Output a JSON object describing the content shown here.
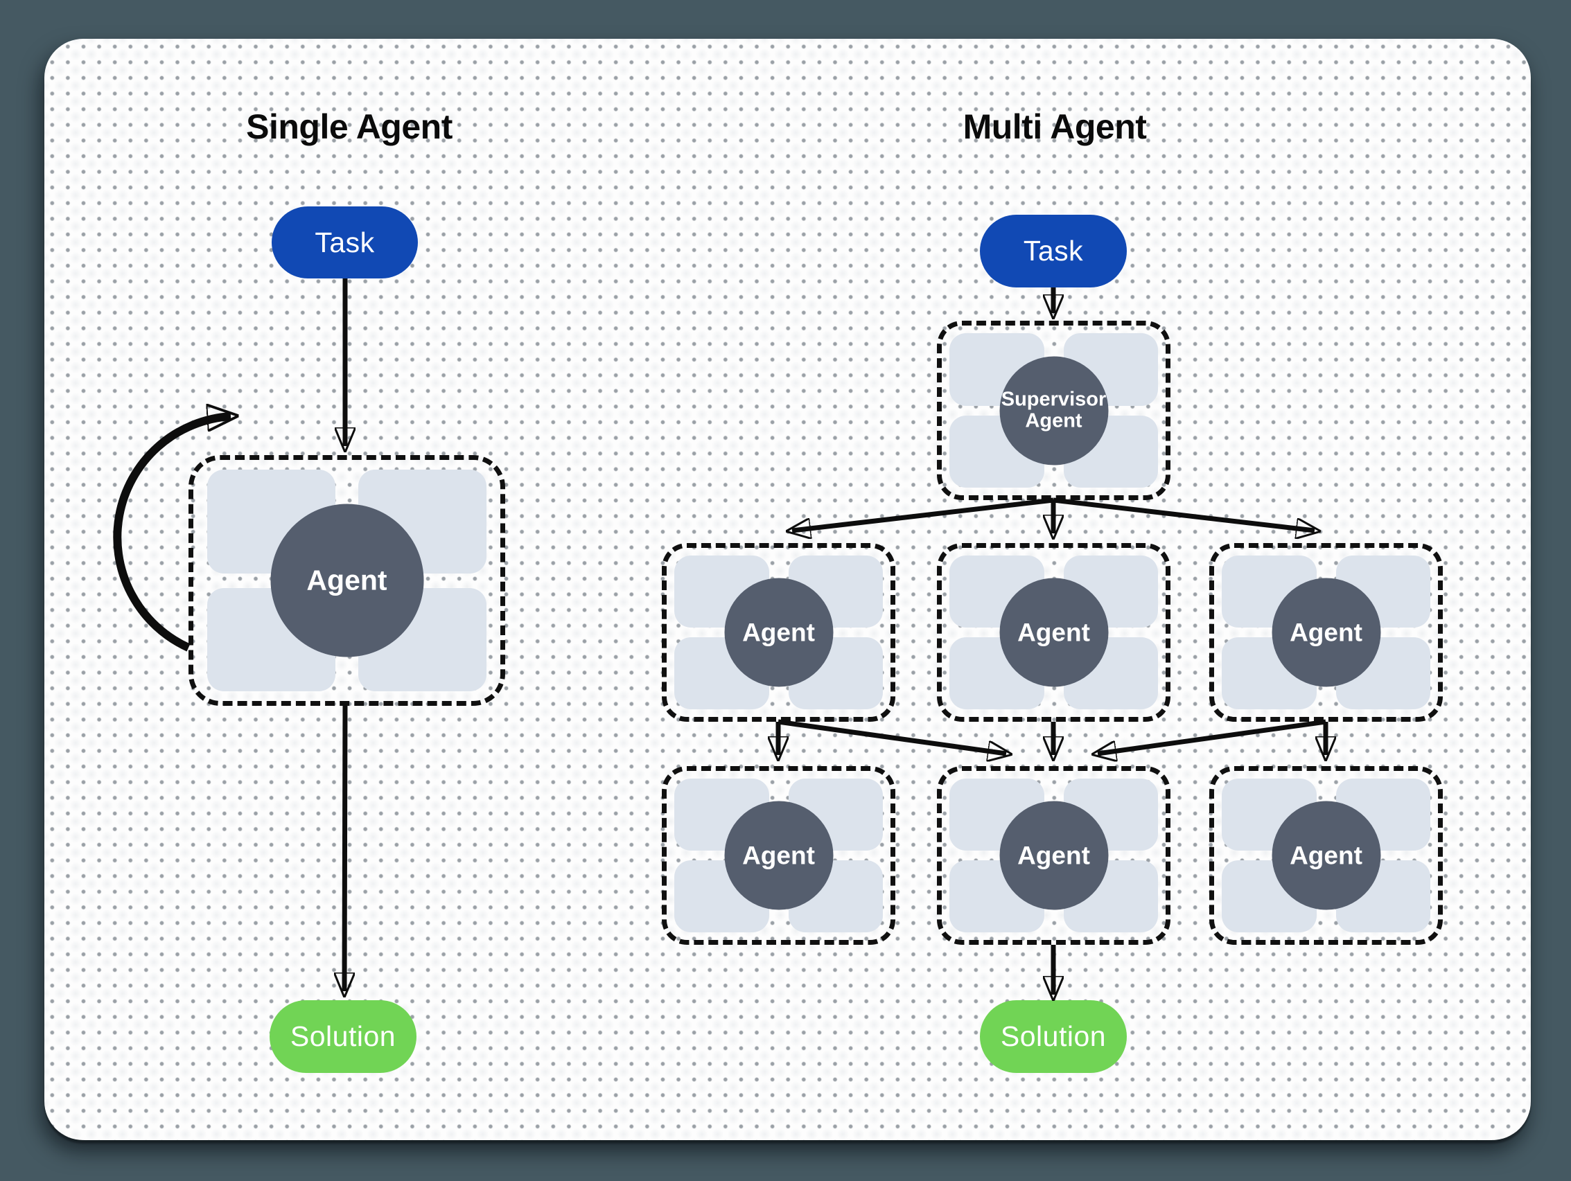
{
  "diagram": {
    "single": {
      "title": "Single Agent",
      "task_label": "Task",
      "agent_label": "Agent",
      "solution_label": "Solution"
    },
    "multi": {
      "title": "Multi Agent",
      "task_label": "Task",
      "supervisor_line1": "Supervisor",
      "supervisor_line2": "Agent",
      "row1_agents": [
        "Agent",
        "Agent",
        "Agent"
      ],
      "row2_agents": [
        "Agent",
        "Agent",
        "Agent"
      ],
      "solution_label": "Solution"
    }
  },
  "colors": {
    "page_background": "#455962",
    "card_background": "#fdfdfd",
    "task_blue": "#1149b4",
    "solution_green": "#71d455",
    "agent_circle_slate": "#555e6e",
    "tool_tile_gray": "#dce3ec",
    "line_black": "#0d0d0d"
  }
}
